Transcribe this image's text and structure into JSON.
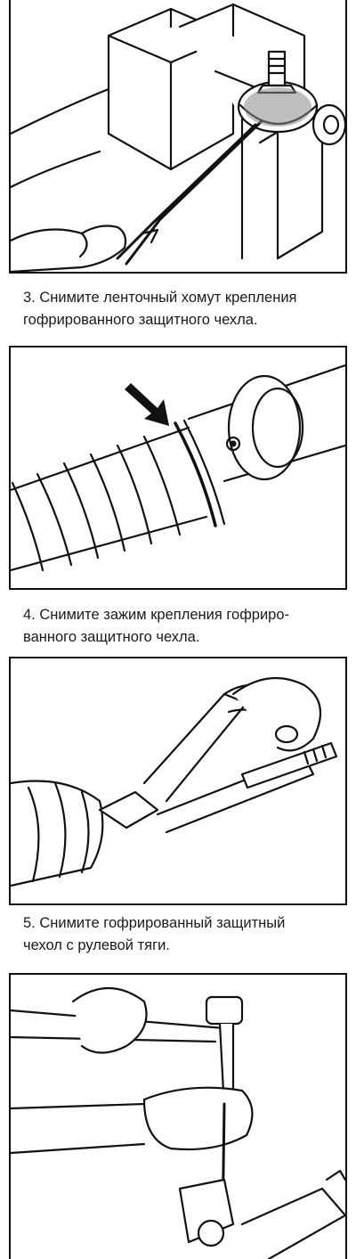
{
  "steps": [
    {
      "lines": [
        "3. Снимите ленточный хомут крепления",
        "гофрированного защитного чехла."
      ]
    },
    {
      "lines": [
        "4. Снимите зажим крепления гофриро-",
        "ванного защитного чехла."
      ]
    },
    {
      "lines": [
        "5. Снимите гофрированный защитный",
        "чехол с рулевой тяги."
      ]
    }
  ],
  "colors": {
    "ink": "#111111",
    "paper": "#ffffff",
    "boot_stipple": "#8a8a8a"
  }
}
